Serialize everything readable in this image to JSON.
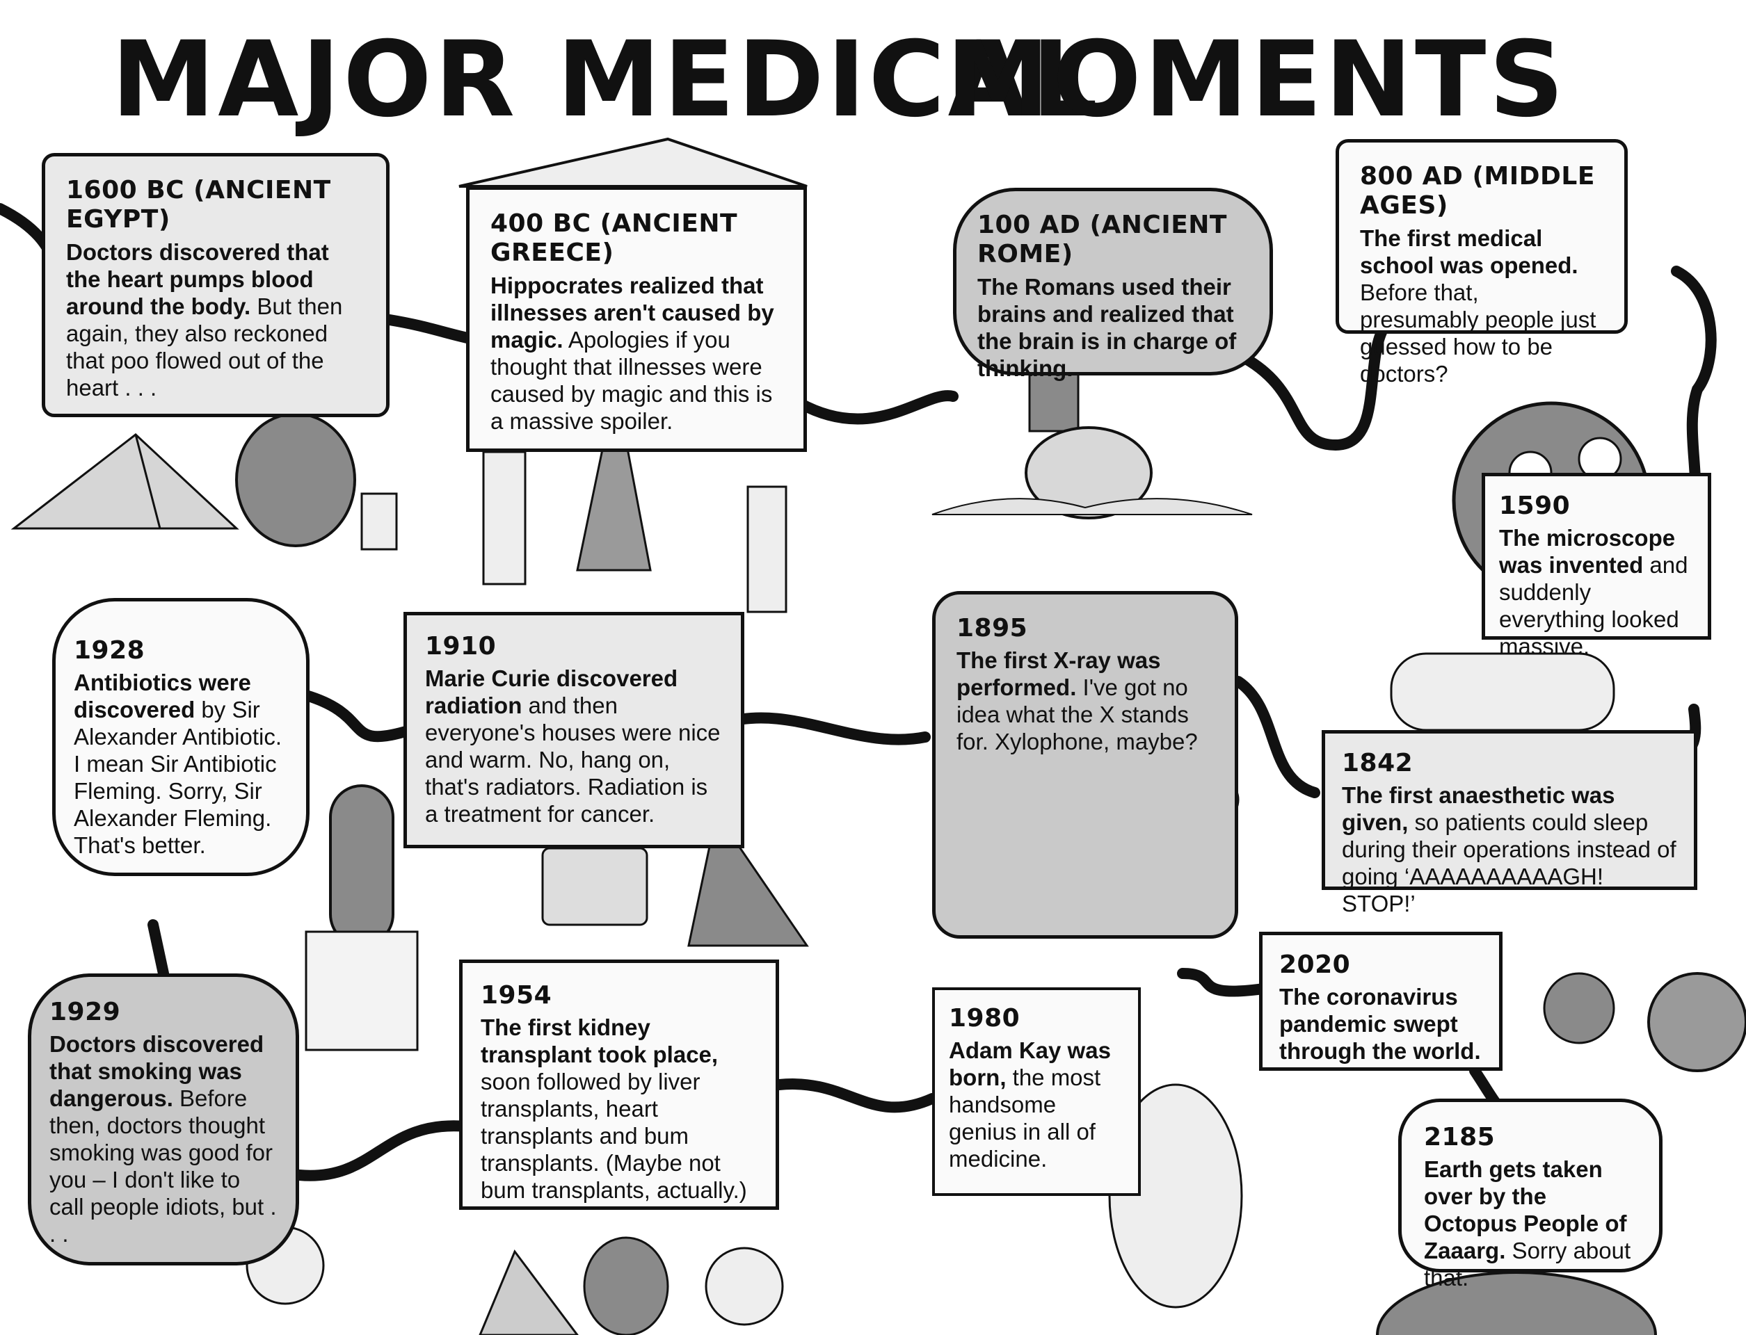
{
  "title": {
    "left": "MAJOR MEDICAL",
    "right": "MOMENTS"
  },
  "events": [
    {
      "id": "egypt",
      "date": "1600 BC (ANCIENT EGYPT)",
      "lead": "Doctors discovered that the heart pumps blood around the body.",
      "body": " But then again, they also reckoned that poo flowed out of the heart . . ."
    },
    {
      "id": "greece",
      "date": "400 BC (ANCIENT GREECE)",
      "lead": "Hippocrates realized that illnesses aren't caused by magic.",
      "body": " Apologies if you thought that illnesses were caused by magic and this is a massive spoiler."
    },
    {
      "id": "rome",
      "date": "100 AD (ANCIENT ROME)",
      "lead": "The Romans used their brains and realized that the brain is in charge of thinking.",
      "body": ""
    },
    {
      "id": "middle-ages",
      "date": "800 AD (MIDDLE AGES)",
      "lead": "The first medical school was opened.",
      "body": " Before that, presumably people just guessed how to be doctors?"
    },
    {
      "id": "y1590",
      "date": "1590",
      "lead": "The microscope was invented",
      "body": " and suddenly everything looked massive."
    },
    {
      "id": "y1842",
      "date": "1842",
      "lead": "The first anaesthetic was given,",
      "body": " so patients could sleep during their operations instead of going ‘AAAAAAAAAAGH! STOP!’"
    },
    {
      "id": "y1895",
      "date": "1895",
      "lead": "The first X-ray was performed.",
      "body": " I've got no idea what the X stands for. Xylophone, maybe?"
    },
    {
      "id": "y1910",
      "date": "1910",
      "lead": "Marie Curie discovered radiation",
      "body": " and then everyone's houses were nice and warm. No, hang on, that's radiators. Radiation is a treatment for cancer."
    },
    {
      "id": "y1928",
      "date": "1928",
      "lead": "Antibiotics were discovered",
      "body": " by Sir Alexander Antibiotic. I mean Sir Antibiotic Fleming. Sorry, Sir Alexander Fleming. That's better."
    },
    {
      "id": "y1929",
      "date": "1929",
      "lead": "Doctors discovered that smoking was dangerous.",
      "body": " Before then, doctors thought smoking was good for you – I don't like to call people idiots, but . . ."
    },
    {
      "id": "y1954",
      "date": "1954",
      "lead": "The first kidney transplant took place,",
      "body": " soon followed by liver transplants, heart transplants and bum transplants. (Maybe not bum transplants, actually.)"
    },
    {
      "id": "y1980",
      "date": "1980",
      "lead": "Adam Kay was born,",
      "body": " the most handsome genius in all of medicine."
    },
    {
      "id": "y2020",
      "date": "2020",
      "lead": "The coronavirus pandemic swept through the world.",
      "body": ""
    },
    {
      "id": "y2185",
      "date": "2185",
      "lead": "Earth gets taken over by the Octopus People of Zaaarg.",
      "body": " Sorry about that."
    }
  ],
  "colors": {
    "ink": "#111111",
    "panel": "#e9e9e9",
    "panel_dark": "#c9c9c9",
    "art": "#8a8a8a"
  }
}
